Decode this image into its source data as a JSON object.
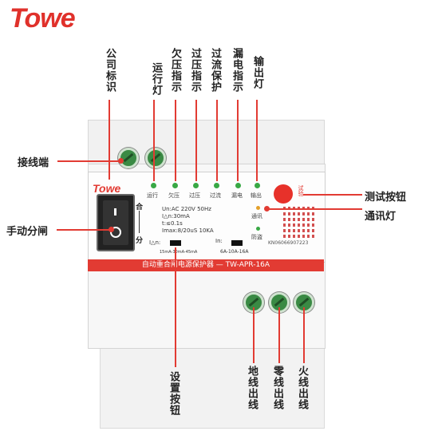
{
  "brand": {
    "logo": "Towe",
    "color": "#e23b33"
  },
  "top_labels": [
    {
      "id": "company-logo",
      "text": "公司标识"
    },
    {
      "id": "run",
      "text": "运行灯"
    },
    {
      "id": "undervoltage",
      "text": "欠压指示"
    },
    {
      "id": "overvoltage",
      "text": "过压指示"
    },
    {
      "id": "overcurrent",
      "text": "过流保护"
    },
    {
      "id": "leakage",
      "text": "漏电指示"
    },
    {
      "id": "output",
      "text": "输出灯"
    }
  ],
  "side_labels": {
    "terminal": "接线端",
    "manual": "手动分闸",
    "test_button": "测试按钮",
    "comm_light": "通讯灯"
  },
  "bottom_labels": {
    "settings": "设置按钮",
    "ground": "地线出线",
    "neutral": "零线出线",
    "live": "火线出线"
  },
  "device": {
    "logo": "Towe",
    "led_labels": [
      "运行",
      "欠压",
      "过压",
      "过流",
      "漏电",
      "输出"
    ],
    "comm_label": "通讯",
    "guard_label": "防盗",
    "test_label": "试验",
    "switch_on": "合",
    "switch_off": "分",
    "specs": [
      "Un:AC 220V 50Hz",
      "I△n:30mA",
      "t:≤0.1s",
      "Imax:8/20uS 10KA"
    ],
    "idn_label": "I△n:",
    "idn_range": "15mA-30mA-45mA",
    "in_label": "In:",
    "in_range": "6A-10A-16A",
    "serial": "KN06066907223",
    "band_text": "自动重合闸电源保护器 — TW-APR-16A"
  }
}
